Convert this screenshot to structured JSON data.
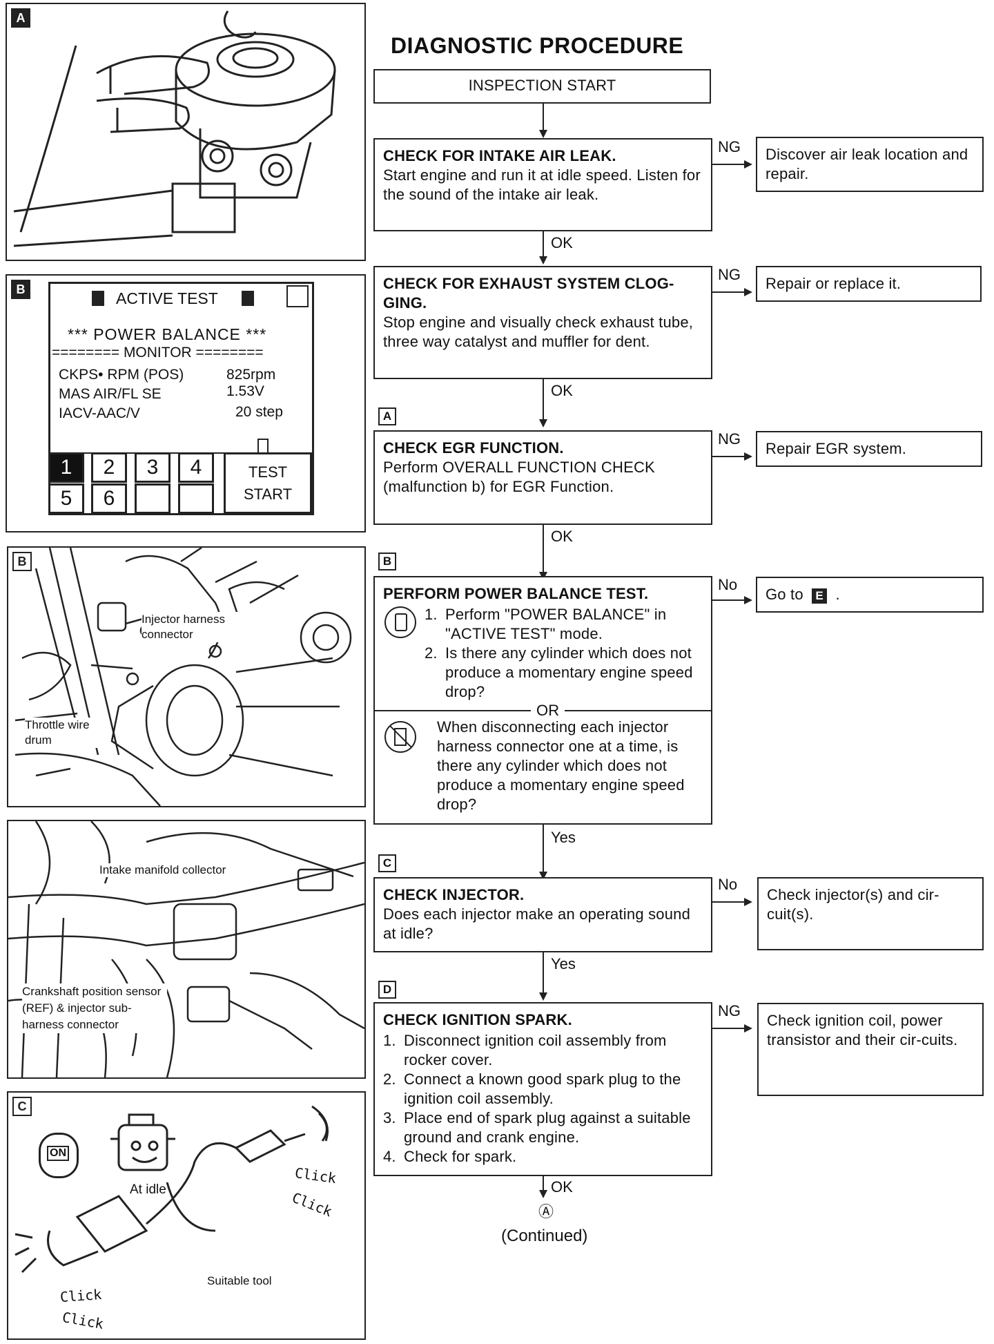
{
  "title": "DIAGNOSTIC PROCEDURE",
  "flow": {
    "start": "INSPECTION START",
    "steps": [
      {
        "tag": "",
        "heading": "CHECK FOR INTAKE AIR LEAK.",
        "body": "Start engine and run it at idle speed. Listen for the sound of the intake air leak.",
        "side_label": "NG",
        "side_text": "Discover air leak location and repair.",
        "down_label": "OK"
      },
      {
        "tag": "",
        "heading": "CHECK FOR EXHAUST SYSTEM CLOG-GING.",
        "body": "Stop engine and visually check exhaust tube, three way catalyst and muffler for dent.",
        "side_label": "NG",
        "side_text": "Repair or replace it.",
        "down_label": "OK"
      },
      {
        "tag": "A",
        "heading": "CHECK EGR FUNCTION.",
        "body": "Perform OVERALL FUNCTION CHECK (malfunction b) for EGR Function.",
        "side_label": "NG",
        "side_text": "Repair EGR system.",
        "down_label": "OK"
      },
      {
        "tag": "B",
        "heading": "PERFORM POWER BALANCE TEST.",
        "items": [
          "Perform \"POWER BALANCE\" in \"ACTIVE TEST\" mode.",
          "Is there any cylinder which does not produce a momentary engine speed drop?"
        ],
        "or": "OR",
        "alt": "When disconnecting each injector harness connector one at a time, is there any cylinder which does not produce a momentary engine speed drop?",
        "side_label": "No",
        "side_text": "Go to",
        "side_ref": "E",
        "side_end": ".",
        "down_label": "Yes"
      },
      {
        "tag": "C",
        "heading": "CHECK INJECTOR.",
        "body": "Does each injector make an operating sound at idle?",
        "side_label": "No",
        "side_text": "Check injector(s) and cir-cuit(s).",
        "down_label": "Yes"
      },
      {
        "tag": "D",
        "heading": "CHECK IGNITION SPARK.",
        "items": [
          "Disconnect ignition coil assembly from rocker cover.",
          "Connect a known good spark plug to the ignition coil assembly.",
          "Place end of spark plug against a suitable ground and crank engine.",
          "Check for spark."
        ],
        "side_label": "NG",
        "side_text": "Check ignition coil, power transistor and their cir-cuits.",
        "down_label": "OK"
      }
    ],
    "connector": "Ⓐ",
    "continued": "(Continued)"
  },
  "figures": {
    "a": {
      "tag": "A"
    },
    "b_screen": {
      "tag": "B",
      "header": "ACTIVE TEST",
      "mode": "*** POWER BALANCE ***",
      "monitor": "======== MONITOR ========",
      "rows": [
        {
          "label": "CKPS• RPM (POS)",
          "value": "825rpm"
        },
        {
          "label": "MAS AIR/FL SE",
          "value": "1.53V"
        },
        {
          "label": "IACV-AAC/V",
          "value": "20 step"
        }
      ],
      "keys": [
        "1",
        "2",
        "3",
        "4",
        "5",
        "6"
      ],
      "test_start": [
        "TEST",
        "START"
      ]
    },
    "b_engine": {
      "tag": "B",
      "injector_connector": "Injector harness connector",
      "throttle": "Throttle wire drum"
    },
    "b_engine2": {
      "collector": "Intake manifold collector",
      "crank": "Crankshaft position sensor (REF) & injector sub-harness connector"
    },
    "c": {
      "tag": "C",
      "on": "ON",
      "at_idle": "At idle",
      "click": "Click",
      "tool": "Suitable tool"
    }
  }
}
